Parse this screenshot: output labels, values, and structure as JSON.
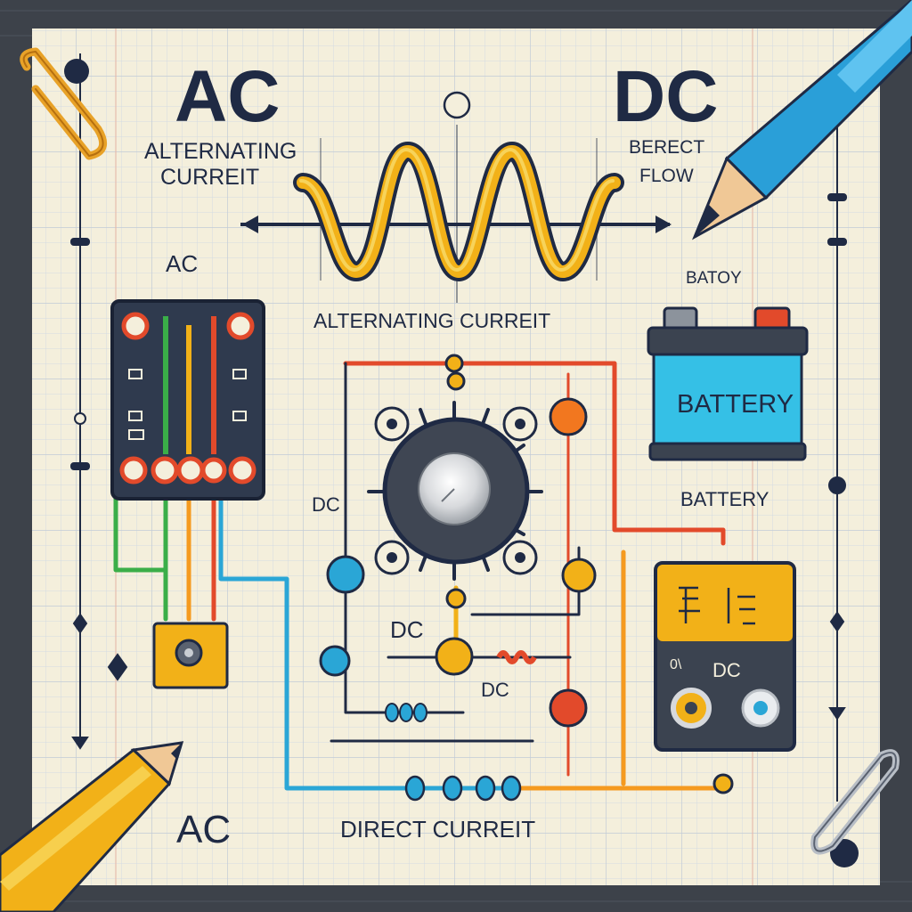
{
  "headings": {
    "ac_title": "AC",
    "ac_subtitle_line1": "ALTERNATING",
    "ac_subtitle_line2": "CURREIT",
    "dc_title": "DC",
    "dc_subtitle_line1": "BERECT",
    "dc_subtitle_line2": "FLOW"
  },
  "labels": {
    "ac_side": "AC",
    "wave_caption": "ALTERNATING CURREIT",
    "battery_top": "BATOY",
    "battery_face": "BATTERY",
    "battery_below": "BATTERY",
    "dc_left": "DC",
    "dc_mid": "DC",
    "dc_low": "DC",
    "meter_dc": "DC",
    "meter_small": "0\\",
    "ac_bottom": "AC",
    "direct_current": "DIRECT CURREIT"
  },
  "colors": {
    "paper": "#f4efdc",
    "grid": "#c9d3dc",
    "ink": "#1f2a44",
    "wave": "#f2b118",
    "battery": "#35c0e6",
    "meter_top": "#f2b118",
    "wire_red": "#e24a2b",
    "wire_orange": "#f59a1f",
    "wire_green": "#3aae48",
    "wire_blue": "#2aa6d6",
    "wire_yellow": "#f2b118"
  }
}
